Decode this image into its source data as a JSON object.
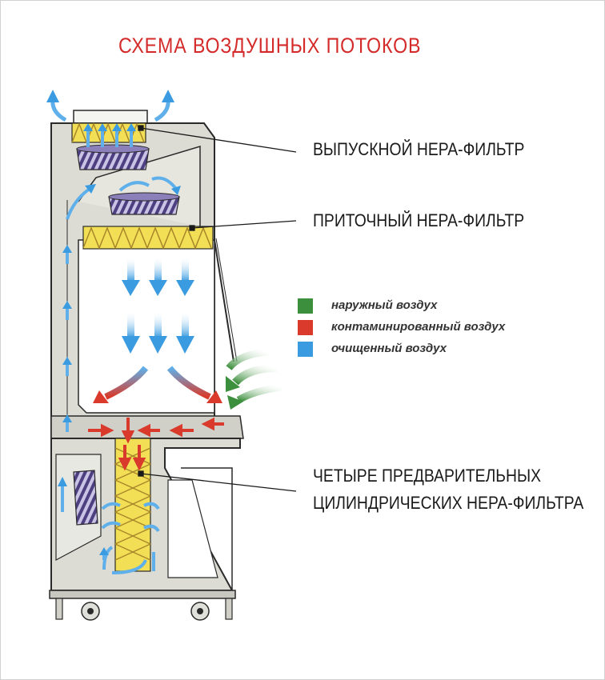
{
  "title": "СХЕМА ВОЗДУШНЫХ ПОТОКОВ",
  "labels": {
    "exhaust_filter": "ВЫПУСКНОЙ HEPA-ФИЛЬТР",
    "supply_filter": "ПРИТОЧНЫЙ HEPA-ФИЛЬТР",
    "prefilters_line1": "ЧЕТЫРЕ ПРЕДВАРИТЕЛЬНЫХ",
    "prefilters_line2": "ЦИЛИНДРИЧЕСКИХ HEPA-ФИЛЬТРА"
  },
  "legend": [
    {
      "label": "наружный воздух",
      "color": "#3c8f3c"
    },
    {
      "label": "контаминированный воздух",
      "color": "#d93a2b"
    },
    {
      "label": "очищенный воздух",
      "color": "#3a9be0"
    }
  ],
  "colors": {
    "cabinet": "#dcdcd4",
    "cabinet_dark": "#b8b8b0",
    "outline": "#2a2a2a",
    "filter": "#f2df56",
    "filter_zigzag": "#a8862a",
    "fan": "#6a5a9a",
    "clean_air": "#5fb0ea",
    "contaminated_air": "#d93a2b",
    "outside_air": "#3c8f3c"
  }
}
